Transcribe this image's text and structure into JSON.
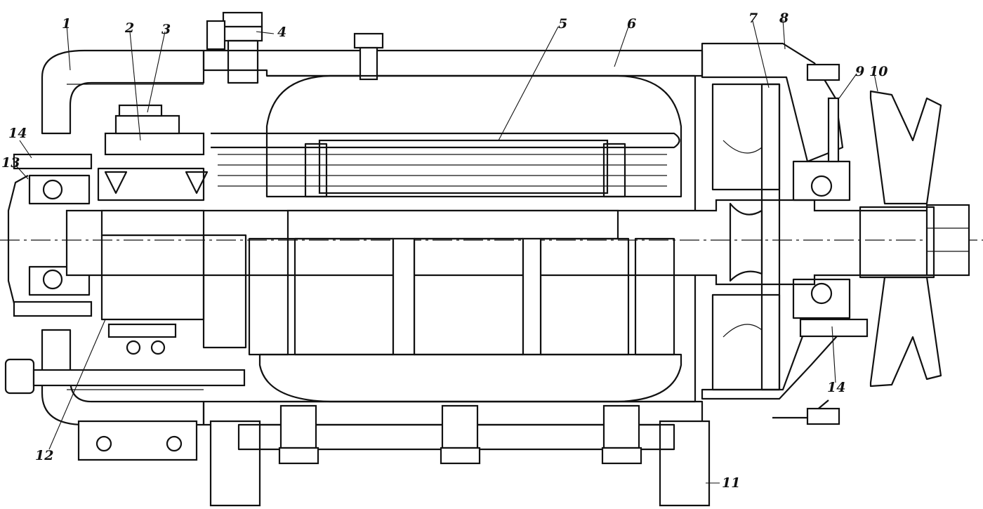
{
  "figure": {
    "callouts": {
      "c1": "1",
      "c2": "2",
      "c3": "3",
      "c4": "4",
      "c5": "5",
      "c6": "6",
      "c7": "7",
      "c8": "8",
      "c9": "9",
      "c10": "10",
      "c11": "11",
      "c12": "12",
      "c13": "13",
      "c14a": "14",
      "c14b": "14"
    },
    "colors": {
      "ink": "#111111",
      "paper": "#ffffff"
    }
  }
}
